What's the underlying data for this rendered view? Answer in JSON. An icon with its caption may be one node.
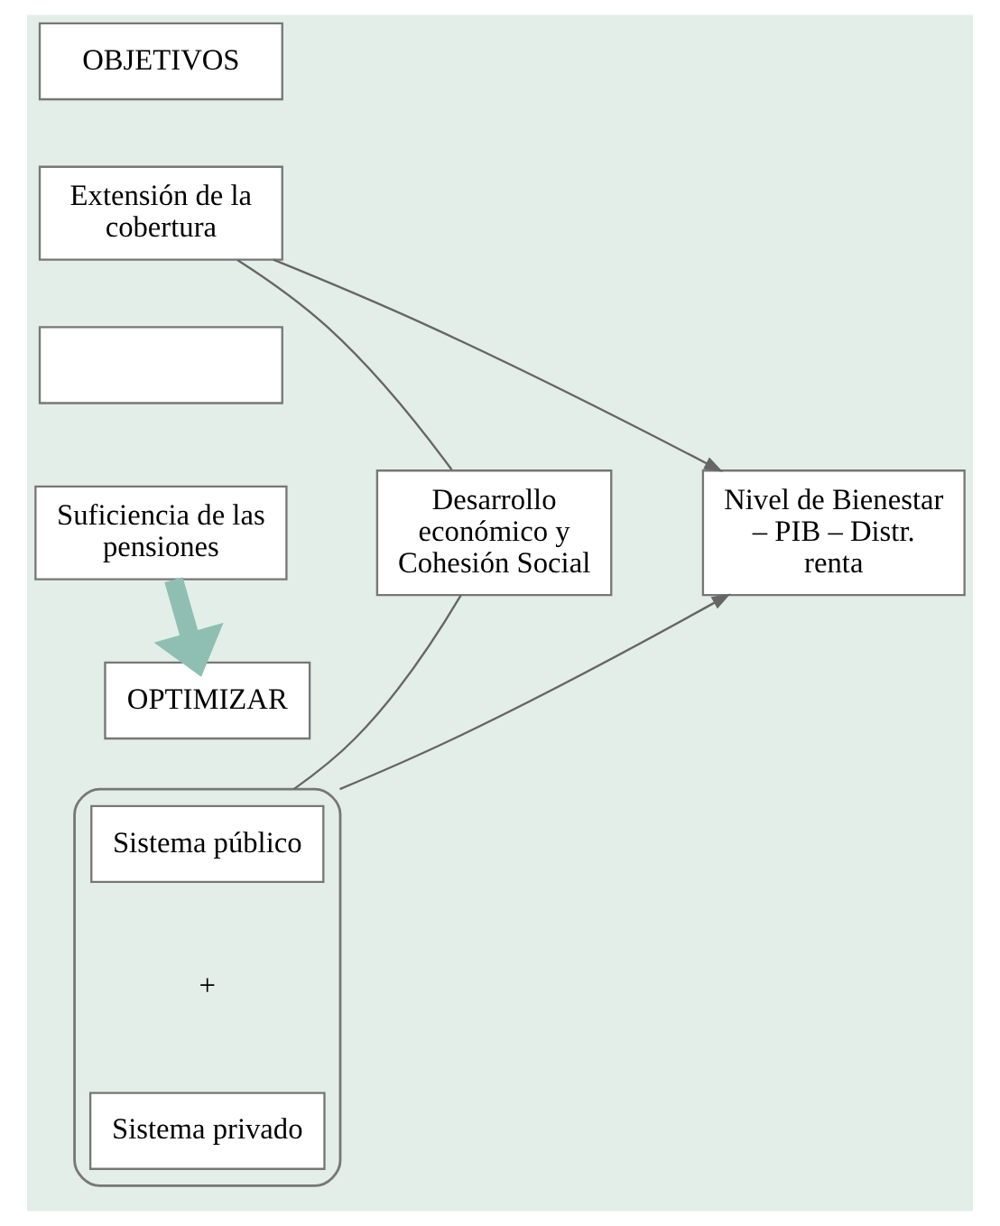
{
  "diagram": {
    "nodes": [
      {
        "text": [
          "OBJETIVOS"
        ]
      },
      {
        "text": [
          "Extensión de la cobertura"
        ]
      },
      {
        "text": [],
        "shape": "box"
      },
      {
        "text": [
          "Suficiencia de las pensiones"
        ]
      },
      {
        "text": [
          "Desarrollo económico y Cohesión Social"
        ]
      },
      {
        "text": [
          "Nivel de Bienestar – PIB – Distr. renta"
        ]
      },
      {
        "text": [
          "OPTIMIZAR"
        ]
      },
      {
        "text": [],
        "shape": "bracket"
      },
      {
        "text": [
          "Sistema público"
        ],
        "in": 7
      },
      {
        "text": [
          "Sistema privado"
        ],
        "in": 7
      }
    ],
    "edges": [
      {
        "from": 1,
        "to": 4,
        "arrow": "none"
      },
      {
        "from": 1,
        "to": 5,
        "arrow": "to"
      },
      {
        "from": 3,
        "to": 6,
        "arrow": "to",
        "style": "thick",
        "color": "#8fbfb3"
      },
      {
        "from": 4,
        "to": 7,
        "arrow": "none"
      },
      {
        "from": 7,
        "to": 5,
        "arrow": "to"
      }
    ],
    "labels": [
      "+"
    ]
  }
}
